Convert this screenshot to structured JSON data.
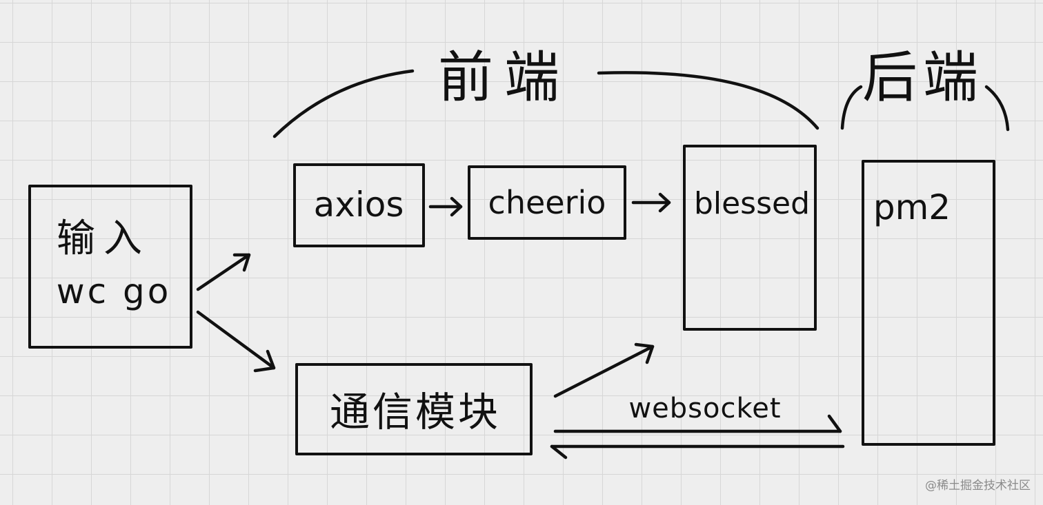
{
  "groups": {
    "frontend": "前端",
    "backend": "后端"
  },
  "nodes": {
    "input_line1": "输入",
    "input_line2": "wc go",
    "axios": "axios",
    "cheerio": "cheerio",
    "blessed": "blessed",
    "comm_module": "通信模块",
    "pm2": "pm2"
  },
  "edges": {
    "websocket": "websocket"
  },
  "watermark": "@稀土掘金技术社区",
  "colors": {
    "ink": "#111111",
    "grid": "#d6d6d6",
    "paper": "#eeeeee"
  }
}
